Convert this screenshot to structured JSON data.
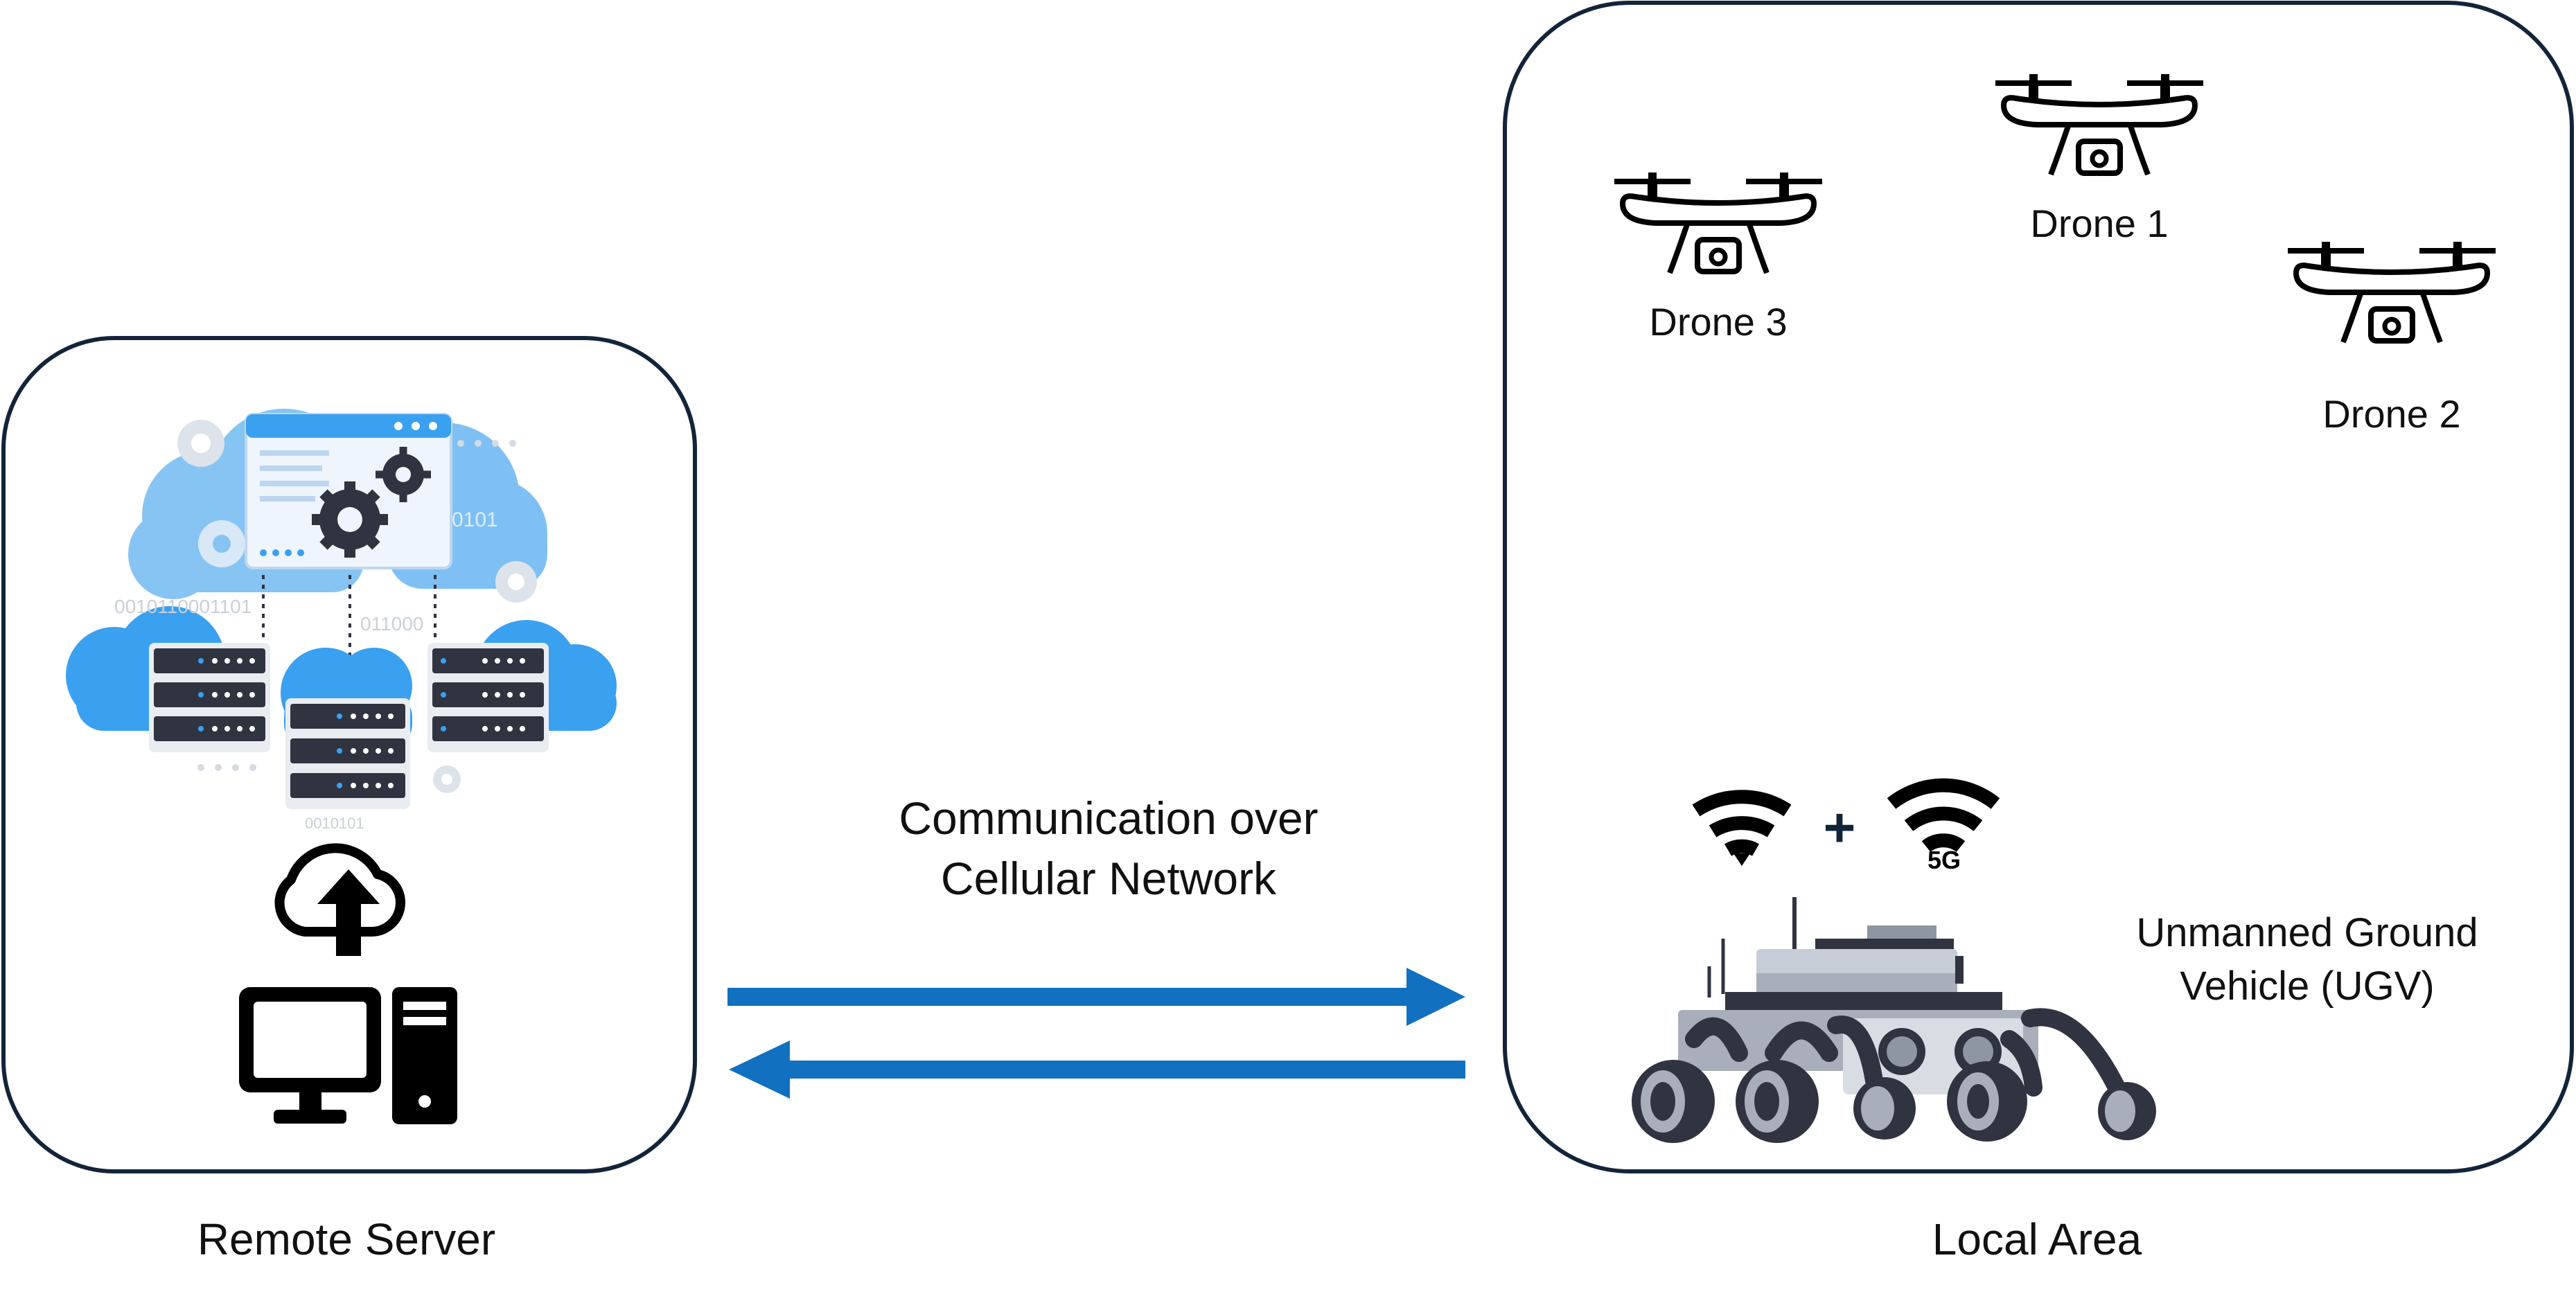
{
  "remote_server": {
    "label": "Remote Server",
    "binary_text": [
      "0101",
      "0010110001101",
      "011000",
      "0010101"
    ]
  },
  "local_area": {
    "label": "Local Area",
    "drones": [
      {
        "label": "Drone 1"
      },
      {
        "label": "Drone 2"
      },
      {
        "label": "Drone 3"
      }
    ],
    "ugv_label_line1": "Unmanned Ground",
    "ugv_label_line2": "Vehicle (UGV)",
    "plus_sign": "+",
    "fiveg_label": "5G"
  },
  "communication": {
    "line1": "Communication over",
    "line2": "Cellular Network"
  },
  "colors": {
    "box_border": "#12243a",
    "arrow": "#1170c0",
    "cloud_blue": "#3aa0f0",
    "cloud_light": "#9fd0f7",
    "server_dark": "#2f3440",
    "icon_black": "#000000"
  }
}
